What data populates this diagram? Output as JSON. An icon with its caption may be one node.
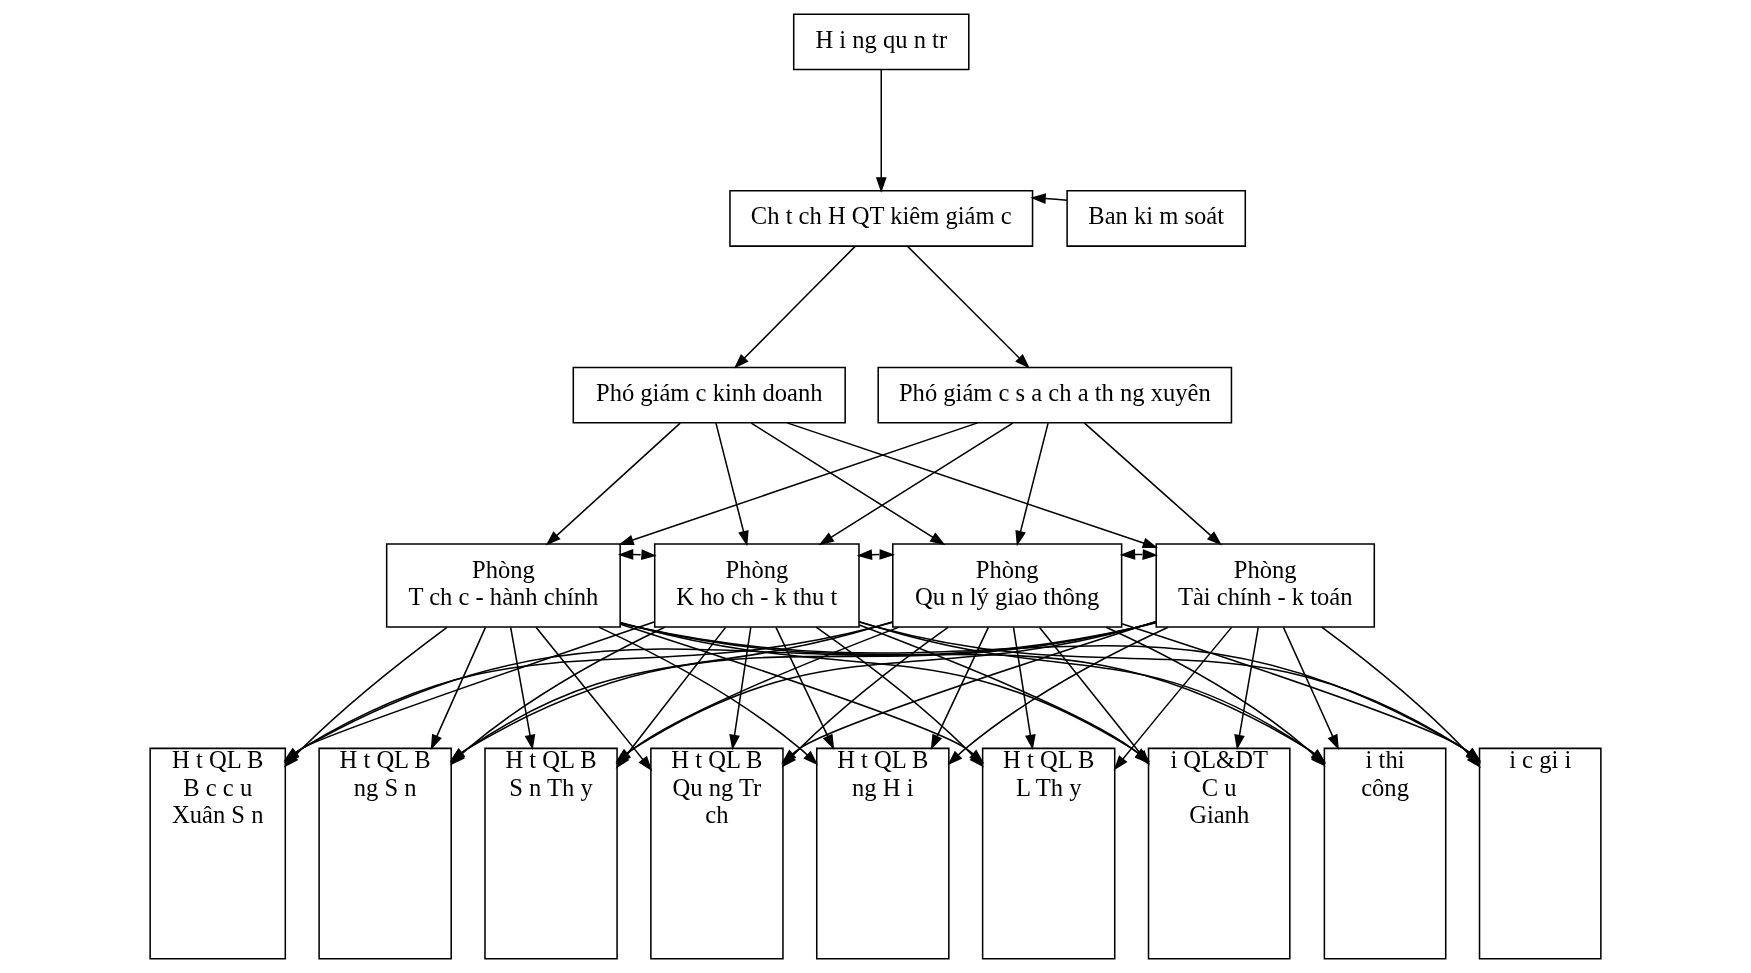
{
  "diagram": {
    "nodes": [
      {
        "text": [
          "H i ng qu n tr"
        ]
      },
      {
        "text": [
          "Ch t ch H QT kiêm giám c"
        ]
      },
      {
        "text": [
          "Ban ki m soát"
        ]
      },
      {
        "text": [
          "Phó giám c kinh doanh"
        ]
      },
      {
        "text": [
          "Phó giám c s a ch a th ng xuyên"
        ]
      },
      {
        "text": [
          "Phòng",
          "T ch c - hành chính"
        ]
      },
      {
        "text": [
          "Phòng",
          "K ho ch - k thu t"
        ]
      },
      {
        "text": [
          "Phòng",
          "Qu n lý giao thông"
        ]
      },
      {
        "text": [
          "Phòng",
          "Tài chính - k toán"
        ]
      },
      {
        "text": [
          "H t QL B B c c u Xuân S n"
        ]
      },
      {
        "text": [
          "H t QL B ng S n"
        ]
      },
      {
        "text": [
          "H t QL B S n Th y"
        ]
      },
      {
        "text": [
          "H t QL B Qu ng Tr ch"
        ]
      },
      {
        "text": [
          "H t QL B ng H i"
        ]
      },
      {
        "text": [
          "H t QL B L Th y"
        ]
      },
      {
        "text": [
          "i QL&DT C u Gianh"
        ]
      },
      {
        "text": [
          "i thi công"
        ]
      },
      {
        "text": [
          "i c gi i"
        ]
      }
    ],
    "edges": [
      {
        "from": 0,
        "to": 1,
        "arrow": "to"
      },
      {
        "from": 2,
        "to": 1,
        "arrow": "to"
      },
      {
        "from": 1,
        "to": 3,
        "arrow": "to"
      },
      {
        "from": 1,
        "to": 4,
        "arrow": "to"
      },
      {
        "from": 3,
        "to": 5,
        "arrow": "to"
      },
      {
        "from": 3,
        "to": 6,
        "arrow": "to"
      },
      {
        "from": 3,
        "to": 7,
        "arrow": "to"
      },
      {
        "from": 3,
        "to": 8,
        "arrow": "to"
      },
      {
        "from": 4,
        "to": 5,
        "arrow": "to"
      },
      {
        "from": 4,
        "to": 6,
        "arrow": "to"
      },
      {
        "from": 4,
        "to": 7,
        "arrow": "to"
      },
      {
        "from": 4,
        "to": 8,
        "arrow": "to"
      },
      {
        "from": 5,
        "to": 6,
        "arrow": "both",
        "style": "dashed"
      },
      {
        "from": 6,
        "to": 7,
        "arrow": "both",
        "style": "dashed"
      },
      {
        "from": 7,
        "to": 8,
        "arrow": "both",
        "style": "dashed"
      },
      {
        "from": 5,
        "to": 9,
        "arrow": "to"
      },
      {
        "from": 5,
        "to": 10,
        "arrow": "to"
      },
      {
        "from": 5,
        "to": 11,
        "arrow": "to"
      },
      {
        "from": 5,
        "to": 12,
        "arrow": "to"
      },
      {
        "from": 5,
        "to": 13,
        "arrow": "to"
      },
      {
        "from": 5,
        "to": 14,
        "arrow": "to"
      },
      {
        "from": 5,
        "to": 15,
        "arrow": "to"
      },
      {
        "from": 5,
        "to": 16,
        "arrow": "to"
      },
      {
        "from": 5,
        "to": 17,
        "arrow": "to"
      },
      {
        "from": 6,
        "to": 9,
        "arrow": "to"
      },
      {
        "from": 6,
        "to": 10,
        "arrow": "to"
      },
      {
        "from": 6,
        "to": 11,
        "arrow": "to"
      },
      {
        "from": 6,
        "to": 12,
        "arrow": "to"
      },
      {
        "from": 6,
        "to": 13,
        "arrow": "to"
      },
      {
        "from": 6,
        "to": 14,
        "arrow": "to"
      },
      {
        "from": 6,
        "to": 15,
        "arrow": "to"
      },
      {
        "from": 6,
        "to": 16,
        "arrow": "to"
      },
      {
        "from": 6,
        "to": 17,
        "arrow": "to"
      },
      {
        "from": 7,
        "to": 9,
        "arrow": "to"
      },
      {
        "from": 7,
        "to": 10,
        "arrow": "to"
      },
      {
        "from": 7,
        "to": 11,
        "arrow": "to"
      },
      {
        "from": 7,
        "to": 12,
        "arrow": "to"
      },
      {
        "from": 7,
        "to": 13,
        "arrow": "to"
      },
      {
        "from": 7,
        "to": 14,
        "arrow": "to"
      },
      {
        "from": 7,
        "to": 15,
        "arrow": "to"
      },
      {
        "from": 7,
        "to": 16,
        "arrow": "to"
      },
      {
        "from": 7,
        "to": 17,
        "arrow": "to"
      },
      {
        "from": 8,
        "to": 9,
        "arrow": "to"
      },
      {
        "from": 8,
        "to": 10,
        "arrow": "to"
      },
      {
        "from": 8,
        "to": 11,
        "arrow": "to"
      },
      {
        "from": 8,
        "to": 12,
        "arrow": "to"
      },
      {
        "from": 8,
        "to": 13,
        "arrow": "to"
      },
      {
        "from": 8,
        "to": 14,
        "arrow": "to"
      },
      {
        "from": 8,
        "to": 15,
        "arrow": "to"
      },
      {
        "from": 8,
        "to": 16,
        "arrow": "to"
      },
      {
        "from": 8,
        "to": 17,
        "arrow": "to"
      }
    ]
  }
}
